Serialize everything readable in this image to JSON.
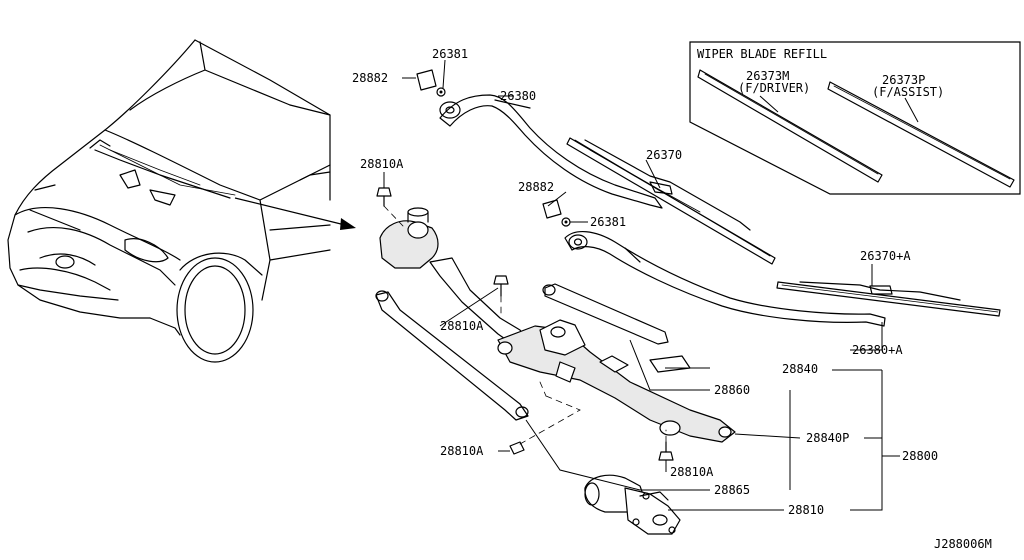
{
  "diagram": {
    "inset_title": "WIPER BLADE REFILL",
    "drawing_number": "J288006M",
    "parts": {
      "p26381_a": "26381",
      "p28882_a": "28882",
      "p26380": "26380",
      "p26370": "26370",
      "p28810A_a": "28810A",
      "p28882_b": "28882",
      "p26381_b": "26381",
      "p26373M": "26373M",
      "p26373M_sub": "(F/DRIVER)",
      "p26373P": "26373P",
      "p26373P_sub": "(F/ASSIST)",
      "p26370A": "26370+A",
      "p28810A_b": "28810A",
      "p26380A": "26380+A",
      "p28840": "28840",
      "p28860": "28860",
      "p28840P": "28840P",
      "p28800": "28800",
      "p28810A_c": "28810A",
      "p28810A_d": "28810A",
      "p28865": "28865",
      "p28810": "28810"
    }
  }
}
